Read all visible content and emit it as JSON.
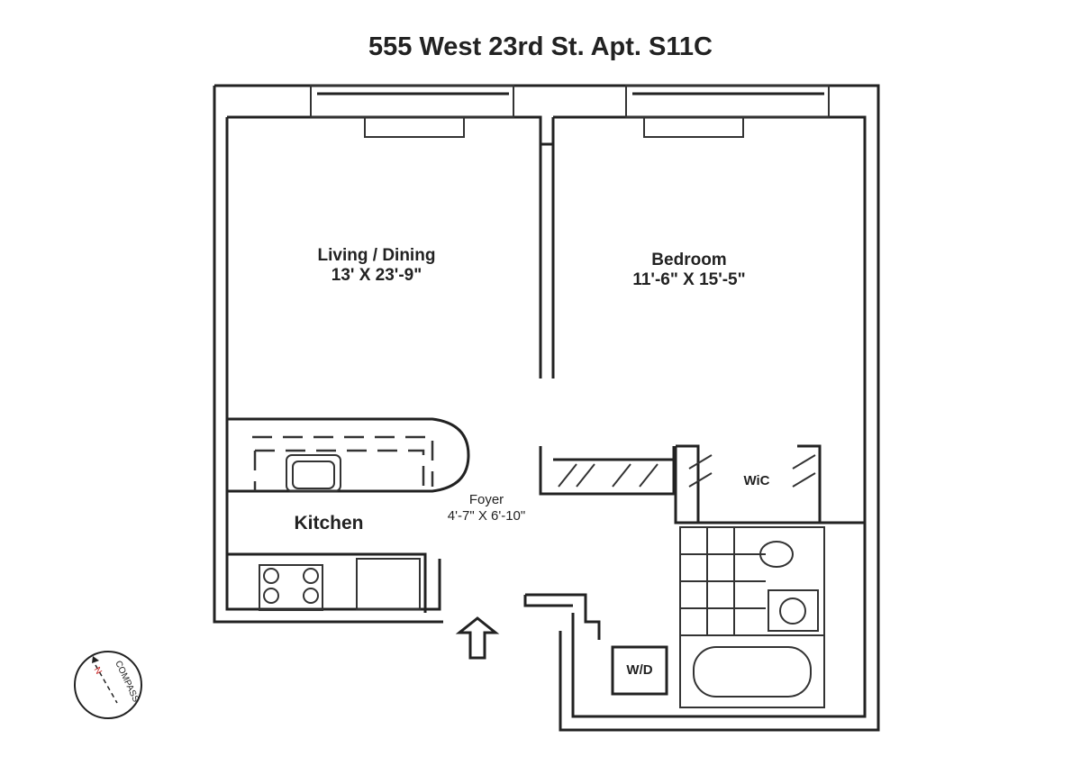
{
  "title": "555 West 23rd St. Apt. S11C",
  "rooms": {
    "living": {
      "name": "Living / Dining",
      "size": "13' X 23'-9\""
    },
    "bedroom": {
      "name": "Bedroom",
      "size": "11'-6\" X 15'-5\""
    },
    "kitchen": {
      "name": "Kitchen"
    },
    "foyer": {
      "name": "Foyer",
      "size": "4'-7\" X 6'-10\""
    },
    "wic": {
      "name": "WiC"
    },
    "wd": {
      "name": "W/D"
    }
  },
  "compass": {
    "north": "N",
    "label": "COMPASS",
    "north_color": "#cc2222"
  }
}
